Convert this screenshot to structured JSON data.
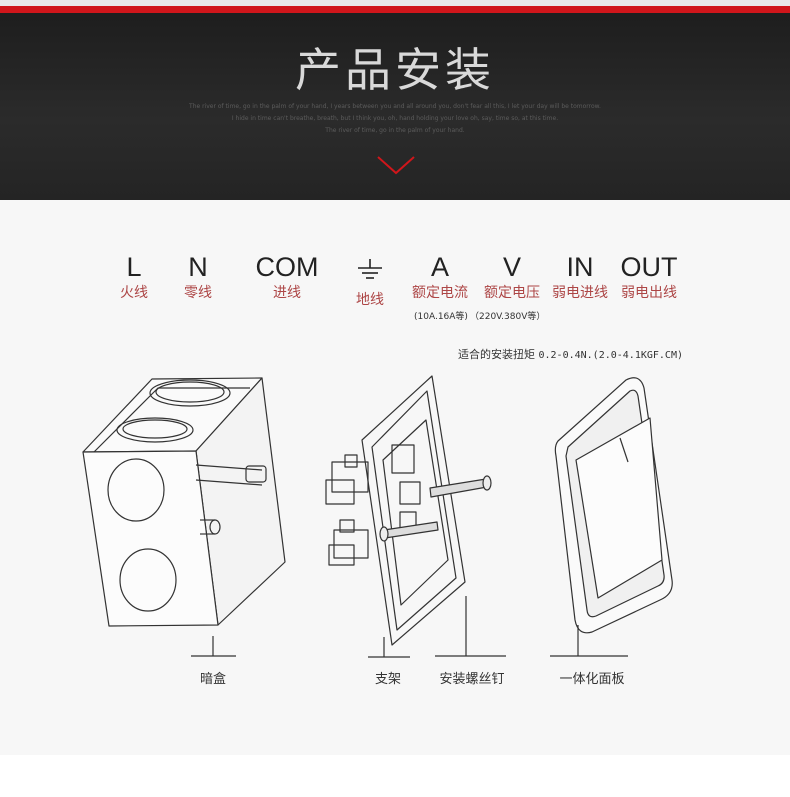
{
  "header": {
    "title": "产品安装",
    "subtitle_lines": [
      "The river of time, go in the palm of your hand, I years between you and all around you, don't fear all this, I let your day will be tomorrow.",
      "I hide in time can't breathe, breath, but I think you, oh, hand holding your love oh, say, time so, at this time.",
      "The river of time, go in the palm of your hand."
    ],
    "accent_color": "#d0161b",
    "chevron_icon": "chevron-down-icon"
  },
  "terminals": [
    {
      "symbol": "L",
      "label": "火线"
    },
    {
      "symbol": "N",
      "label": "零线"
    },
    {
      "symbol": "COM",
      "label": "进线"
    },
    {
      "symbol": "⏚",
      "label": "地线"
    },
    {
      "symbol": "A",
      "label": "额定电流"
    },
    {
      "symbol": "V",
      "label": "额定电压"
    },
    {
      "symbol": "IN",
      "label": "弱电进线"
    },
    {
      "symbol": "OUT",
      "label": "弱电出线"
    }
  ],
  "notes": {
    "current": "(10A.16A等)",
    "voltage": "（220V.380V等）"
  },
  "torque": {
    "label": "适合的安装扭矩",
    "value": "0.2-0.4N.(2.0-4.1KGF.CM)"
  },
  "parts": [
    {
      "name": "暗盒"
    },
    {
      "name": "支架"
    },
    {
      "name": "安装螺丝钉"
    },
    {
      "name": "一体化面板"
    }
  ]
}
